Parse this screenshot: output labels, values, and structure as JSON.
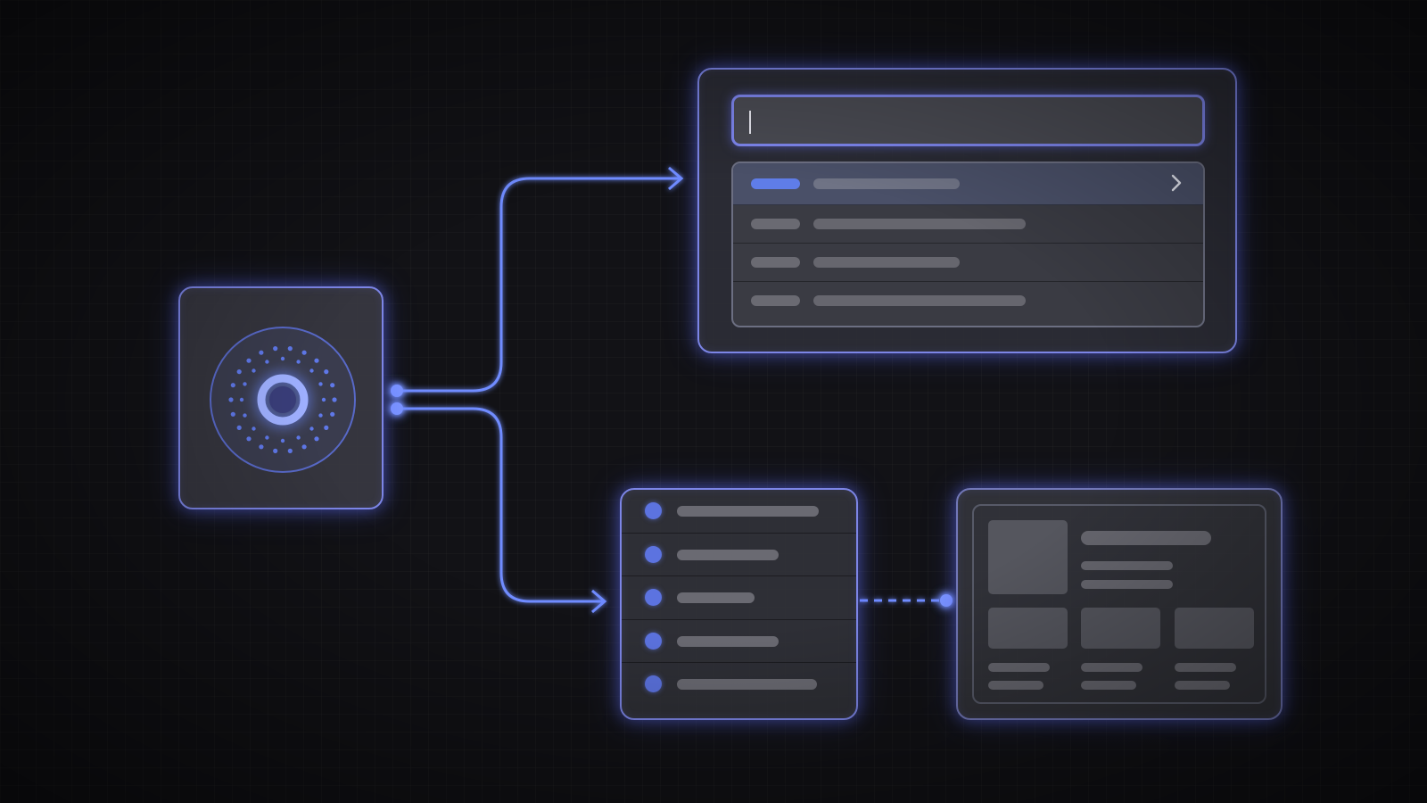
{
  "diagram": {
    "colors": {
      "background": "#121216",
      "accent": "#6f8cff",
      "panel": "#30313a",
      "placeholder_bar": "#66666e",
      "active_row": "#4a5068"
    },
    "nodes": [
      {
        "id": "source",
        "kind": "radial-indicator",
        "icon": "radial-ring-icon"
      },
      {
        "id": "search",
        "kind": "search-panel",
        "input_value": "",
        "result_rows": 4,
        "selected_row": 1,
        "icons": [
          "chevron-right-icon"
        ]
      },
      {
        "id": "list",
        "kind": "list-panel",
        "items": 5
      },
      {
        "id": "card",
        "kind": "card-panel",
        "thumbnails": 4
      }
    ],
    "edges": [
      {
        "from": "source",
        "to": "search",
        "style": "solid",
        "arrow": true
      },
      {
        "from": "source",
        "to": "list",
        "style": "solid",
        "arrow": true
      },
      {
        "from": "list",
        "to": "card",
        "style": "dashed",
        "arrow": false
      }
    ]
  }
}
